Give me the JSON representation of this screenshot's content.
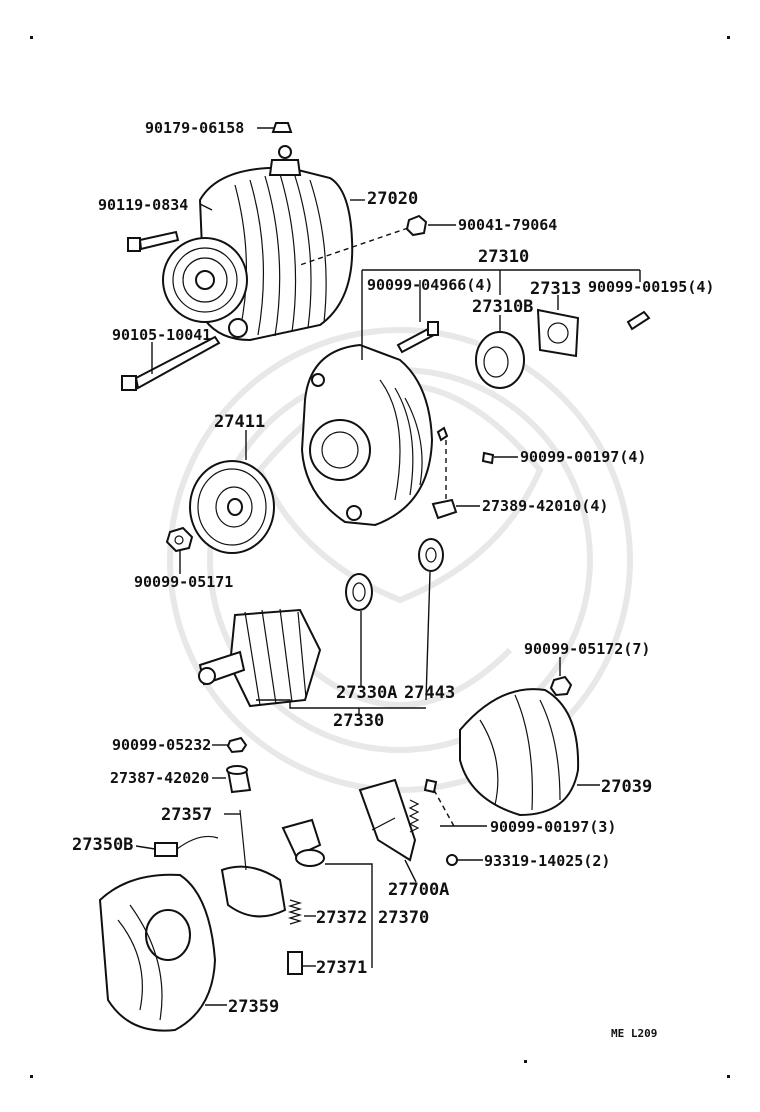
{
  "labels": {
    "p90179_06158": "90179-06158",
    "p27020": "27020",
    "p90119_083": "90119-0834",
    "p90041_79064": "90041-79064",
    "p27310": "27310",
    "p90099_04966": "90099-04966(4)",
    "p27313": "27313",
    "p90099_00195": "90099-00195(4)",
    "p27310B": "27310B",
    "p90105_10041": "90105-10041",
    "p27411": "27411",
    "p90099_00197_4": "90099-00197(4)",
    "p27389_42010": "27389-42010(4)",
    "p90099_05171": "90099-05171",
    "p90099_05172": "90099-05172(7)",
    "p27330A": "27330A",
    "p27443": "27443",
    "p27330": "27330",
    "p90099_05232": "90099-05232",
    "p27387_42020": "27387-42020",
    "p27039": "27039",
    "p27357": "27357",
    "p90099_00197_3": "90099-00197(3)",
    "p27350B": "27350B",
    "p93319_14025": "93319-14025(2)",
    "p27700A": "27700A",
    "p27372": "27372",
    "p27370": "27370",
    "p27371": "27371",
    "p27359": "27359"
  },
  "code": "ME L209"
}
